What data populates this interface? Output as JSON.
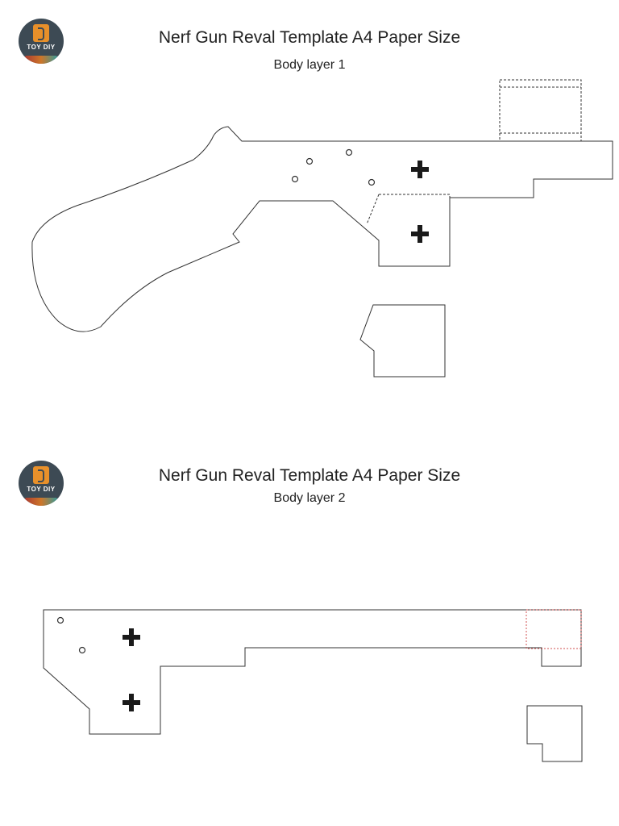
{
  "logo": {
    "text": "TOY DIY",
    "icon": "toy-diy-logo-icon"
  },
  "sections": [
    {
      "title": "Nerf Gun Reval Template A4 Paper Size",
      "subtitle": "Body layer 1"
    },
    {
      "title": "Nerf Gun Reval Template A4 Paper Size",
      "subtitle": "Body layer 2"
    }
  ],
  "colors": {
    "cut_line": "#333333",
    "fold_line_red": "#d05050",
    "registration_mark": "#1a1a1a",
    "logo_bg": "#3d4a54",
    "logo_accent": "#e8902a"
  }
}
